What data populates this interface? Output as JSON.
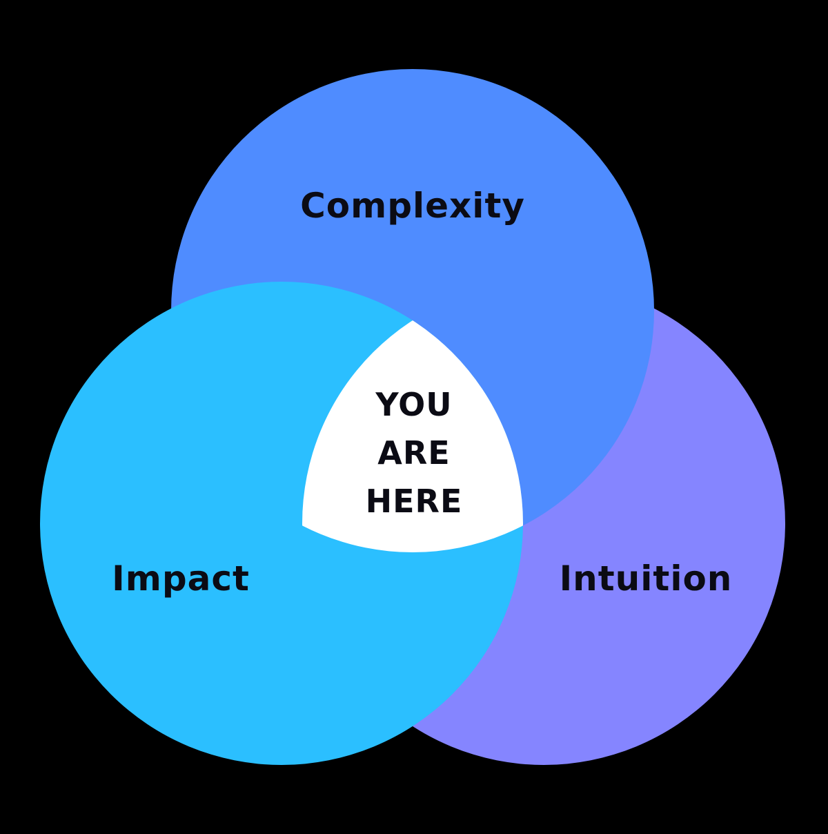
{
  "diagram": {
    "background_color": "#000000",
    "sets": [
      {
        "id": "complexity",
        "label": "Complexity",
        "color": "#4f8cff"
      },
      {
        "id": "impact",
        "label": "Impact",
        "color": "#2bbfff"
      },
      {
        "id": "intuition",
        "label": "Intuition",
        "color": "#8585ff"
      }
    ],
    "intersection": {
      "color": "#ffffff",
      "lines": [
        "YOU",
        "ARE",
        "HERE"
      ]
    }
  }
}
